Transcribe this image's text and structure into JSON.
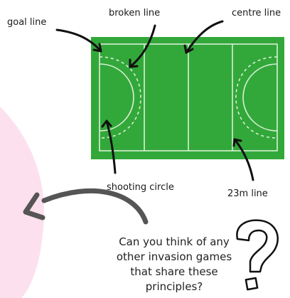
{
  "labels": {
    "goal_line": "goal line",
    "broken_line": "broken line",
    "centre_line": "centre line",
    "shooting_circle": "shooting circle",
    "line_23m": "23m line"
  },
  "question": "Can you think of any other invasion games that share these principles?",
  "colors": {
    "pitch": "#33a83a",
    "lines": "#d8f0d6",
    "blob": "#fde0ee",
    "curved_arrow": "#555555"
  },
  "icons": [
    "question-mark-icon"
  ]
}
